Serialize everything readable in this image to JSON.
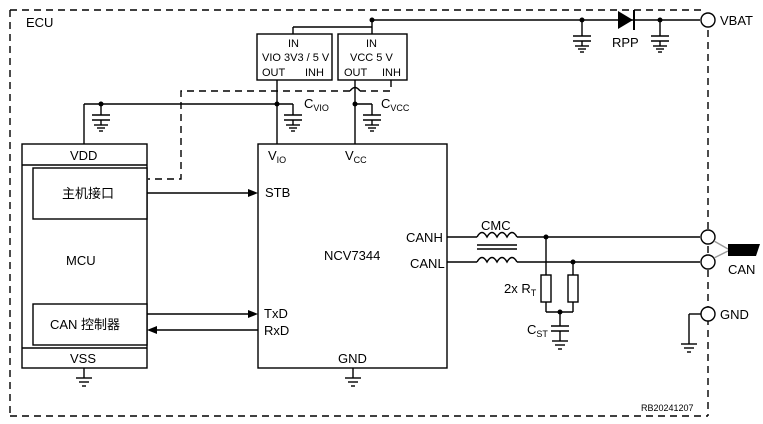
{
  "ecu_label": "ECU",
  "vbat_label": "VBAT",
  "rpp_label": "RPP",
  "reg_vio": {
    "in": "IN",
    "name": "VIO 3V3 / 5 V",
    "out": "OUT",
    "inh": "INH"
  },
  "reg_vcc": {
    "in": "IN",
    "name": "VCC 5 V",
    "out": "OUT",
    "inh": "INH"
  },
  "cvio": {
    "main": "C",
    "sub": "VIO"
  },
  "cvcc": {
    "main": "C",
    "sub": "VCC"
  },
  "mcu": {
    "vdd": "VDD",
    "host_if": "主机接口",
    "name": "MCU",
    "can_ctrl": "CAN 控制器",
    "vss": "VSS"
  },
  "transceiver": {
    "name": "NCV7344",
    "vio": {
      "main": "V",
      "sub": "IO"
    },
    "vcc": {
      "main": "V",
      "sub": "CC"
    },
    "stb": "STB",
    "txd": "TxD",
    "rxd": "RxD",
    "canh": "CANH",
    "canl": "CANL",
    "gnd": "GND"
  },
  "cmc_label": "CMC",
  "rt": {
    "prefix": "2x R",
    "sub": "T"
  },
  "cst": {
    "main": "C",
    "sub": "ST"
  },
  "can_label": "CAN",
  "gnd_label": "GND",
  "ref_code": "RB20241207"
}
